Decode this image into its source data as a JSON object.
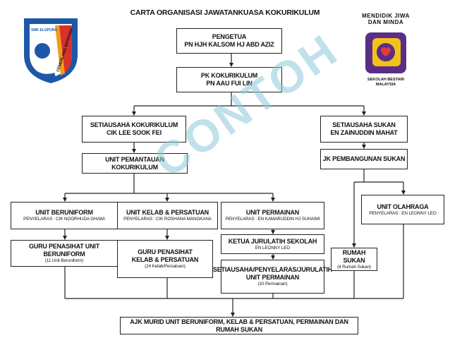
{
  "title": "CARTA ORGANISASI JAWATANKUASA KOKURIKULUM",
  "watermark": "CONTOH",
  "school_logo": {
    "school": "SMK ELOPURA",
    "motto": "CEMERLANG BERSAMA"
  },
  "sekolah_bestari_logo": {
    "top_text": "MENDIDIK JIWA DAN MINDA",
    "bottom_text": "SEKOLAH BESTARI MALAYSIA"
  },
  "nodes": {
    "pengetua": {
      "title": "PENGETUA",
      "name": "PN HJH KALSOM HJ ABD AZIZ"
    },
    "pk_kokurikulum": {
      "title": "PK KOKURIKULUM",
      "name": "PN AAU FUI LIN"
    },
    "setiausaha_kokurikulum": {
      "title": "SETIAUSAHA KOKURIKULUM",
      "name": "CIK LEE SOOK FEI"
    },
    "setiausaha_sukan": {
      "title": "SETIAUSAHA SUKAN",
      "name": "EN  ZAINUDDIN MAHAT"
    },
    "unit_pemantauan": {
      "title": "UNIT PEMANTAUAN KOKURIKULUM"
    },
    "jk_pembangunan_sukan": {
      "title": "JK PEMBANGUNAN SUKAN"
    },
    "unit_beruniform": {
      "title": "UNIT BERUNIFORM",
      "sub": "PENYELARAS : CIK NOORHUDA GHAWI"
    },
    "unit_kelab": {
      "title": "UNIT KELAB & PERSATUAN",
      "sub": "PENYELARAS : CIK ROSHANA MANGKANA"
    },
    "unit_permainan": {
      "title": "UNIT PERMAINAN",
      "sub": "PENYELARAS : EN KAMARUDDIN HJ SUHAIMI"
    },
    "unit_olahraga": {
      "title": "UNIT OLAHRAGA",
      "sub": "PENYELARAS : EN LEONNY LEO"
    },
    "guru_beruniform": {
      "title": "GURU PENASIHAT UNIT BERUNIFORM",
      "sub": "(11 Unit Beruniform)"
    },
    "guru_kelab": {
      "title1": "GURU PENASIHAT",
      "title2": "KELAB & PERSATUAN",
      "sub": "(24 Kelab/Persatuan)"
    },
    "ketua_jurulatih": {
      "title": "KETUA JURULATIH SEKOLAH",
      "sub": "EN LEONNY LEO"
    },
    "setiausaha_permainan": {
      "title1": "SETIAUSAHA/PENYELARAS/JURULATIH",
      "title2": "UNIT PERMAINAN",
      "sub": "(10 Permainan)"
    },
    "rumah_sukan": {
      "title": "RUMAH SUKAN",
      "sub": "(4 Rumah Sukan)"
    },
    "ajk_murid": {
      "title": "AJK MURID UNIT BERUNIFORM, KELAB & PERSATUAN, PERMAINAN DAN RUMAH SUKAN"
    }
  },
  "colors": {
    "logo_blue": "#1f57a8",
    "logo_red": "#d8322b",
    "logo_orange": "#f39a1e",
    "bestari_purple": "#5b2d87",
    "bestari_yellow": "#f2c21a"
  }
}
